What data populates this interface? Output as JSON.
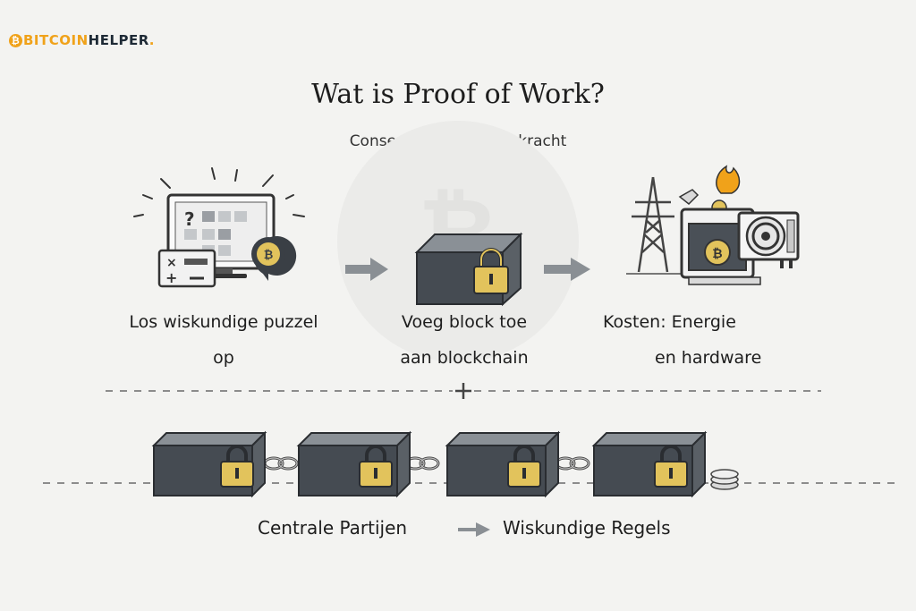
{
  "brand": {
    "logo_prefix": "BITCOIN",
    "logo_suffix": "HELPER",
    "logo_dot": "."
  },
  "title": "Wat is Proof of Work?",
  "subtitle": "Consensus door rekenkracht",
  "steps": [
    {
      "line1": "Los wiskundige puzzel",
      "line2": "op",
      "icon": "computer-puzzle-icon"
    },
    {
      "line1": "Voeg block toe",
      "line2": "aan blockchain",
      "icon": "locked-block-icon"
    },
    {
      "line1": "Kosten: Energie",
      "line2": "en hardware",
      "icon": "energy-hardware-icon"
    }
  ],
  "transition": {
    "from": "Centrale Partijen",
    "to": "Wiskundige Regels"
  },
  "colors": {
    "accent": "#f0a21a",
    "block_dark": "#454b52",
    "block_top": "#8a9096",
    "lock": "#e2c35c",
    "arrow": "#8a8f94"
  }
}
